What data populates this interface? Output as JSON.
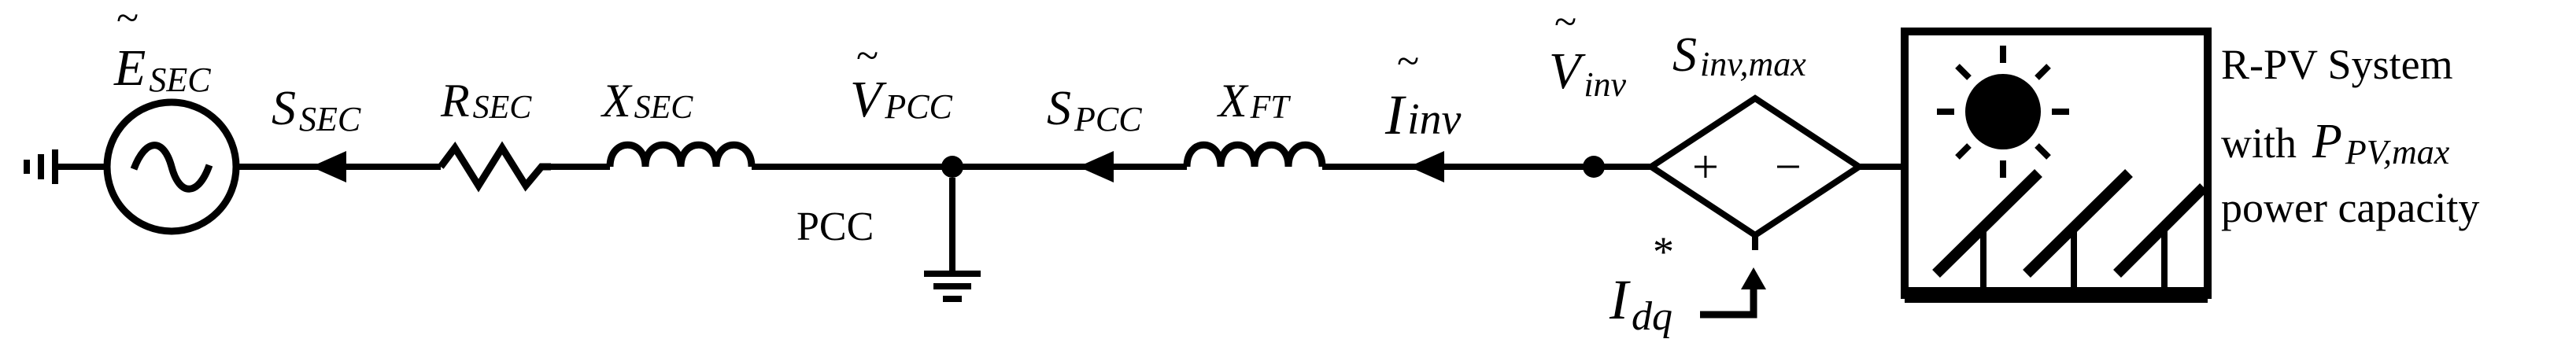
{
  "labels": {
    "e_sec": {
      "main": "E",
      "sub": "SEC"
    },
    "s_sec": {
      "main": "S",
      "sub": "SEC"
    },
    "r_sec": {
      "main": "R",
      "sub": "SEC"
    },
    "x_sec": {
      "main": "X",
      "sub": "SEC"
    },
    "v_pcc": {
      "main": "V",
      "sub": "PCC"
    },
    "pcc_node": "PCC",
    "s_pcc": {
      "main": "S",
      "sub": "PCC"
    },
    "x_ft": {
      "main": "X",
      "sub": "FT"
    },
    "i_inv": {
      "main": "I",
      "sub": "inv"
    },
    "v_inv": {
      "main": "V",
      "sub": "inv"
    },
    "s_inv_max": {
      "main": "S",
      "sub": "inv,max"
    },
    "i_dq": {
      "main": "I",
      "sub": "dq",
      "sup": "*"
    },
    "source_plus": "+",
    "source_minus": "−",
    "pv_system": {
      "line1": "R-PV System",
      "line2_prefix": "with",
      "p_main": "P",
      "p_sub": "PV,max",
      "line3": "power capacity"
    }
  }
}
